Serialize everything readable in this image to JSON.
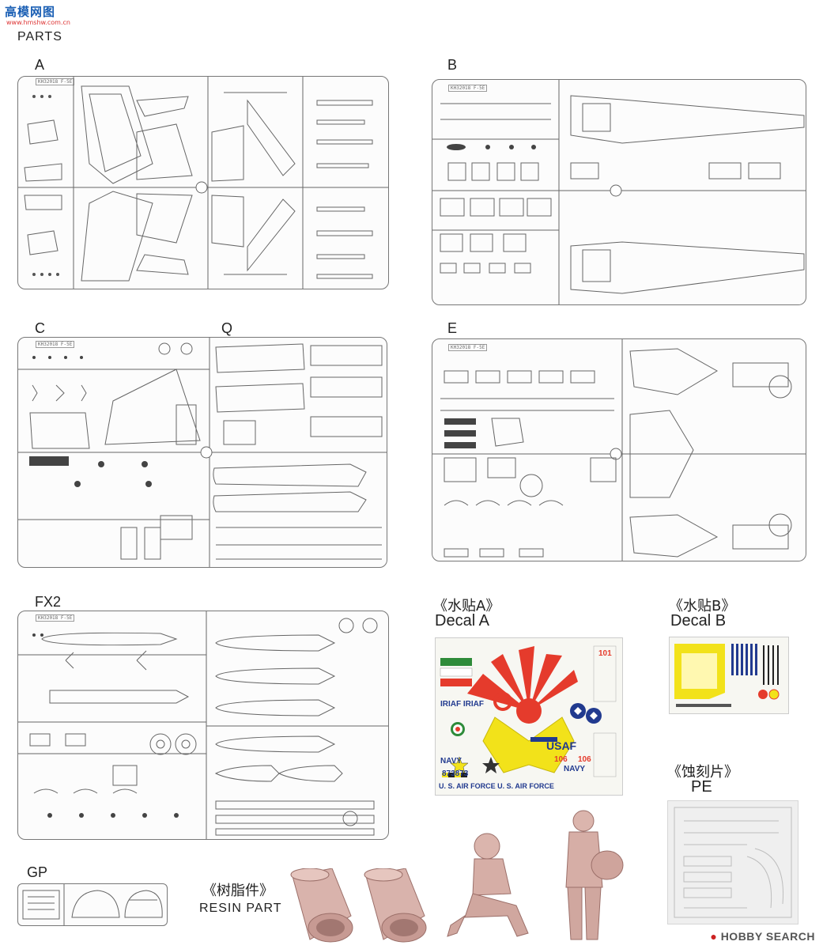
{
  "header": {
    "site_logo_cn": "高模网图",
    "site_url": "www.hmshw.com.cn",
    "section_title": "PARTS"
  },
  "sprues": [
    {
      "label": "A",
      "code": "KH32018 F-5E"
    },
    {
      "label": "B",
      "code": "KH32018 F-5E"
    },
    {
      "label": "C",
      "code": "KH32018 F-5E"
    },
    {
      "label": "Q",
      "code": ""
    },
    {
      "label": "E",
      "code": "KH32018 F-5E"
    },
    {
      "label": "FX2",
      "code": "KH32018 F-5E"
    },
    {
      "label": "GP",
      "code": ""
    }
  ],
  "decal_a": {
    "caption_cn": "《水贴A》",
    "caption_en": "Decal A",
    "texts": [
      "IRIAF IRIAF",
      "USAF",
      "NAVY",
      "NAVY",
      "106",
      "106",
      "873873",
      "U. S. AIR FORCE U. S. AIR FORCE",
      "101"
    ]
  },
  "decal_b": {
    "caption_cn": "《水贴B》",
    "caption_en": "Decal B"
  },
  "pe": {
    "caption_cn": "《蚀刻片》",
    "caption_en": "PE"
  },
  "resin": {
    "caption_cn": "《树脂件》",
    "caption_en": "RESIN PART"
  },
  "watermark": {
    "brand": "HOBBY SEARCH"
  },
  "colors": {
    "sprue_line": "#777777",
    "decal_red": "#e53b2c",
    "decal_yellow": "#f2e21a",
    "decal_blue": "#213a8f",
    "resin": "#d9b3ac"
  }
}
